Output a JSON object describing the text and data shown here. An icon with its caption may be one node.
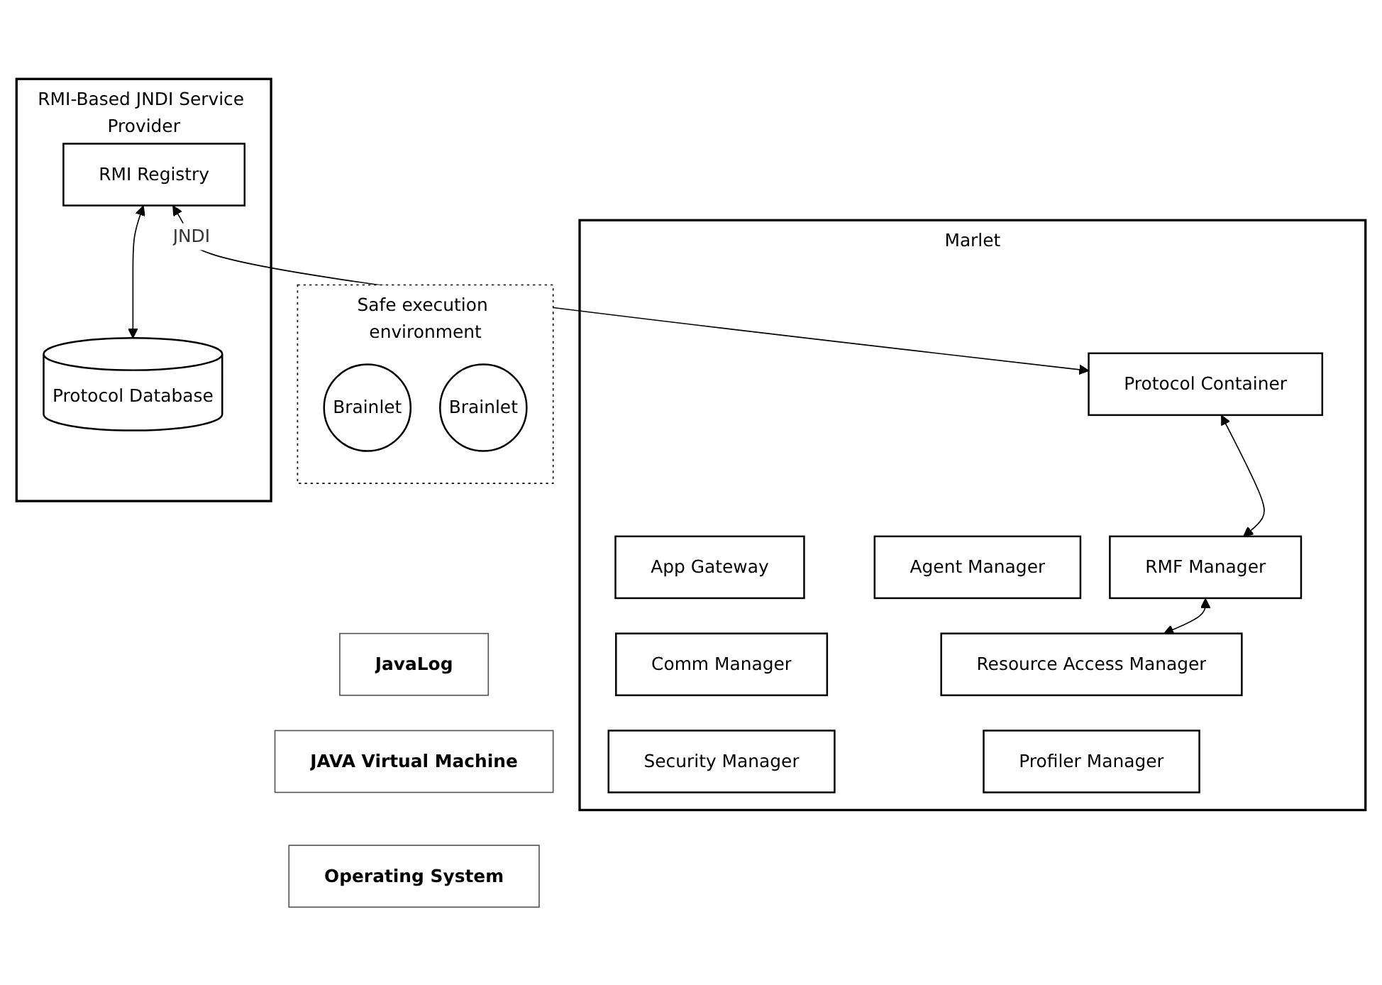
{
  "diagram": {
    "nodes": [
      {
        "text": [
          "Safe execution environment"
        ]
      },
      {
        "text": [
          "Brainlet"
        ],
        "in": 0
      },
      {
        "text": [
          "Brainlet"
        ],
        "in": 0
      },
      {
        "text": [
          "Marlet"
        ]
      },
      {
        "text": [
          "App Gateway"
        ],
        "in": 3
      },
      {
        "text": [
          "Agent Manager"
        ],
        "in": 3
      },
      {
        "text": [
          "Comm Manager"
        ],
        "in": 3
      },
      {
        "text": [
          "Resource Access Manager"
        ],
        "in": 3
      },
      {
        "text": [
          "Protocol Container"
        ],
        "in": 3
      },
      {
        "text": [
          "Security Manager"
        ],
        "in": 3
      },
      {
        "text": [
          "Profiler Manager"
        ],
        "in": 3
      },
      {
        "text": [
          "RMF Manager"
        ],
        "in": 3
      },
      {
        "text": [
          "JavaLog"
        ]
      },
      {
        "text": [
          "JAVA Virtual Machine"
        ]
      },
      {
        "text": [
          "Operating System"
        ]
      },
      {
        "text": [
          "RMI-Based JNDI Service Provider"
        ]
      },
      {
        "text": [
          "RMI Registry"
        ],
        "in": 15
      },
      {
        "text": [
          "Protocol Database"
        ],
        "in": 15
      }
    ],
    "edges": [
      {
        "from": 7,
        "to": 11,
        "arrow": "both"
      },
      {
        "from": 8,
        "to": 11,
        "arrow": "both"
      },
      {
        "from": 8,
        "to": 16,
        "arrow": "both",
        "label": "JNDI"
      },
      {
        "from": 16,
        "to": 17,
        "arrow": "both"
      }
    ]
  }
}
